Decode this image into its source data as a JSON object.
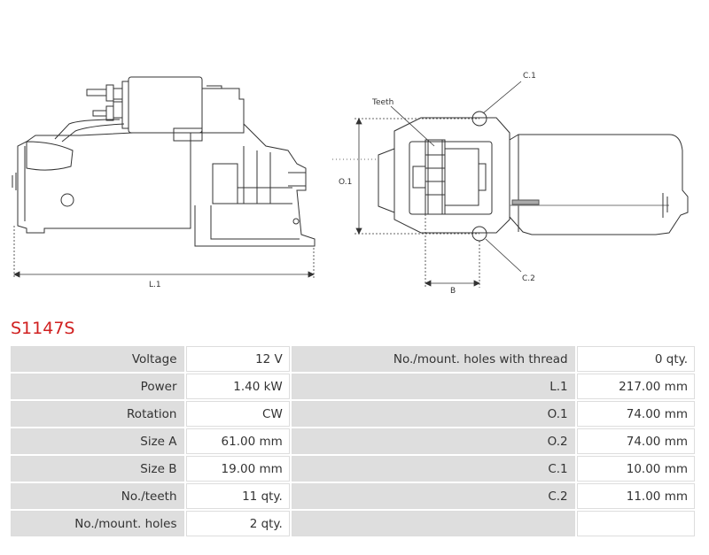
{
  "drawing": {
    "labels": {
      "teeth": "Teeth",
      "c1": "C.1",
      "c2": "C.2",
      "o1": "O.1",
      "b": "B",
      "l1": "L.1"
    }
  },
  "part_number": "S1147S",
  "specs": {
    "left": [
      {
        "label": "Voltage",
        "value": "12 V"
      },
      {
        "label": "Power",
        "value": "1.40 kW"
      },
      {
        "label": "Rotation",
        "value": "CW"
      },
      {
        "label": "Size A",
        "value": "61.00 mm"
      },
      {
        "label": "Size B",
        "value": "19.00 mm"
      },
      {
        "label": "No./teeth",
        "value": "11 qty."
      },
      {
        "label": "No./mount. holes",
        "value": "2 qty."
      }
    ],
    "right": [
      {
        "label": "No./mount. holes with thread",
        "value": "0 qty."
      },
      {
        "label": "L.1",
        "value": "217.00 mm"
      },
      {
        "label": "O.1",
        "value": "74.00 mm"
      },
      {
        "label": "O.2",
        "value": "74.00 mm"
      },
      {
        "label": "C.1",
        "value": "10.00 mm"
      },
      {
        "label": "C.2",
        "value": "11.00 mm"
      },
      {
        "label": "",
        "value": ""
      }
    ]
  }
}
